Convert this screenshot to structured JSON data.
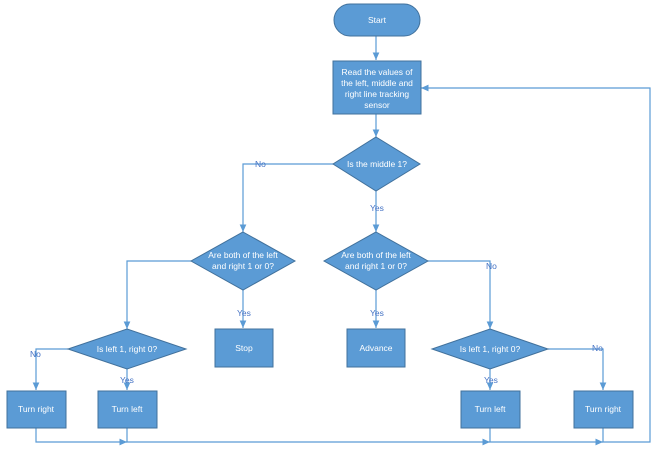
{
  "nodes": {
    "start": "Start",
    "read_sensor": [
      "Read the values of",
      "the left, middle and",
      "right line tracking",
      "sensor"
    ],
    "is_middle_1": "Is the middle 1?",
    "both_left_no": [
      "Are both of the left",
      "and right 1 or 0?"
    ],
    "both_left_yes": [
      "Are both of the left",
      "and right 1 or 0?"
    ],
    "is_left1_a": "Is left 1, right 0?",
    "is_left1_b": "Is left 1, right 0?",
    "stop": "Stop",
    "advance": "Advance",
    "turn_right_a": "Turn right",
    "turn_left_a": "Turn left",
    "turn_left_b": "Turn left",
    "turn_right_b": "Turn right"
  },
  "edges": {
    "no_middle": "No",
    "yes_middle": "Yes",
    "yes_stop": "Yes",
    "yes_advance": "Yes",
    "no_both_right": "No",
    "no_left_a": "No",
    "yes_left_a": "Yes",
    "yes_left_b": "Yes",
    "no_right_b": "No"
  },
  "colors": {
    "shape_fill": "#5b9bd5",
    "shape_stroke": "#41719c",
    "connector": "#5b9bd5",
    "edge_label": "#4472c4"
  }
}
